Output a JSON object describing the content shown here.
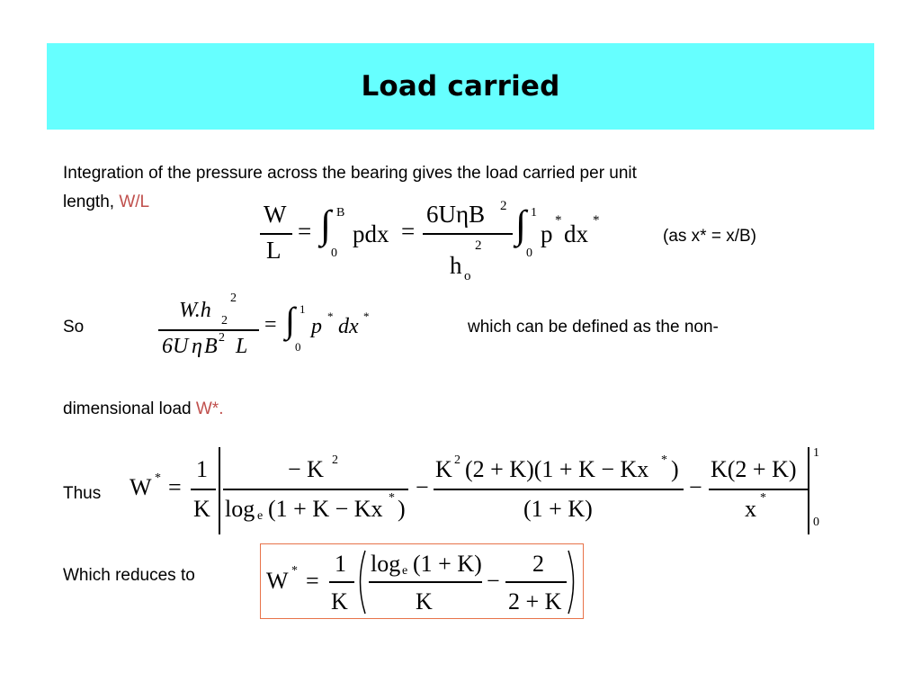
{
  "slide": {
    "title": "Load carried",
    "intro_line1": "Integration of the pressure across the bearing gives the load carried per unit",
    "intro_line2_prefix": "length,",
    "intro_line2_highlight": "W/L",
    "note_as": "(as x* = x/B)",
    "so_label": "So",
    "defined_text": "which can be defined as the non-",
    "dimensional_prefix": "dimensional load",
    "dimensional_highlight": "W*.",
    "thus_label": "Thus",
    "reduces_label": "Which reduces to"
  },
  "eq1": {
    "W": "W",
    "L": "L",
    "equals": "=",
    "integral": "∫",
    "upper_B": "B",
    "lower_0": "0",
    "pdx": "pdx",
    "numerator": "6UηB",
    "sq": "2",
    "h": "h",
    "o": "o",
    "upper_1": "1",
    "p": "p",
    "star": "*",
    "dx": "dx"
  },
  "eq2": {
    "Wh": "W.h",
    "sub2": "2",
    "sup2": "2",
    "den_6U": "6U",
    "eta": "η",
    "B": "B",
    "L": "L",
    "equals": "=",
    "integral": "∫",
    "upper_1": "1",
    "lower_0": "0",
    "p": "p",
    "star": "*",
    "dx": "dx"
  },
  "eq3": {
    "W": "W",
    "star": "*",
    "equals": "=",
    "one": "1",
    "K": "K",
    "minus": "−",
    "minusK": "− K",
    "sq": "2",
    "log": "log",
    "e": "e",
    "logarg": "(1 + K − Kx",
    "close": ")",
    "num2": "(2 + K)(1 + K − Kx",
    "den2": "(1 + K)",
    "num3": "K(2 + K)",
    "x": "x",
    "upper_1": "1",
    "lower_0": "0"
  },
  "eq4": {
    "W": "W",
    "star": "*",
    "equals": "=",
    "one": "1",
    "K": "K",
    "log": "log",
    "e": "e",
    "logarg": "(1 + K)",
    "minus": "−",
    "two": "2",
    "twoK": "2 + K"
  }
}
